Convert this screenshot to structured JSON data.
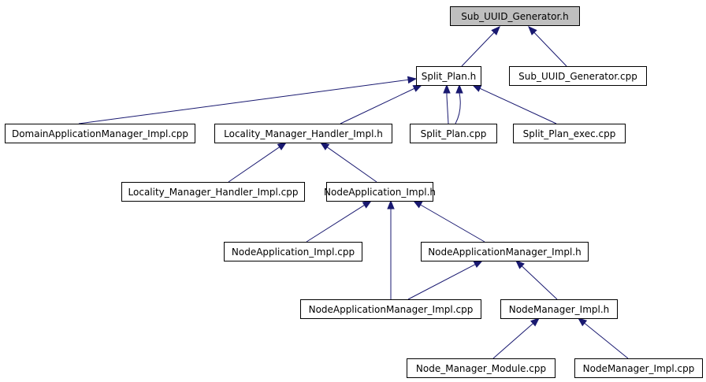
{
  "diagram": {
    "nodes": [
      {
        "id": "sub_uuid_h",
        "label": "Sub_UUID_Generator.h",
        "root": true
      },
      {
        "id": "split_plan_h",
        "label": "Split_Plan.h"
      },
      {
        "id": "sub_uuid_cpp",
        "label": "Sub_UUID_Generator.cpp"
      },
      {
        "id": "dam_impl_cpp",
        "label": "DomainApplicationManager_Impl.cpp"
      },
      {
        "id": "lmh_impl_h",
        "label": "Locality_Manager_Handler_Impl.h"
      },
      {
        "id": "split_plan_cpp",
        "label": "Split_Plan.cpp"
      },
      {
        "id": "split_plan_exec",
        "label": "Split_Plan_exec.cpp"
      },
      {
        "id": "lmh_impl_cpp",
        "label": "Locality_Manager_Handler_Impl.cpp"
      },
      {
        "id": "na_impl_h",
        "label": "NodeApplication_Impl.h"
      },
      {
        "id": "na_impl_cpp",
        "label": "NodeApplication_Impl.cpp"
      },
      {
        "id": "nam_impl_h",
        "label": "NodeApplicationManager_Impl.h"
      },
      {
        "id": "nam_impl_cpp",
        "label": "NodeApplicationManager_Impl.cpp"
      },
      {
        "id": "nm_impl_h",
        "label": "NodeManager_Impl.h"
      },
      {
        "id": "nm_module_cpp",
        "label": "Node_Manager_Module.cpp"
      },
      {
        "id": "nm_impl_cpp",
        "label": "NodeManager_Impl.cpp"
      }
    ],
    "edges": [
      {
        "from": "split_plan_h",
        "to": "sub_uuid_h"
      },
      {
        "from": "sub_uuid_cpp",
        "to": "sub_uuid_h"
      },
      {
        "from": "dam_impl_cpp",
        "to": "split_plan_h"
      },
      {
        "from": "lmh_impl_h",
        "to": "split_plan_h"
      },
      {
        "from": "split_plan_cpp",
        "to": "split_plan_h"
      },
      {
        "from": "split_plan_exec",
        "to": "split_plan_h"
      },
      {
        "from": "lmh_impl_cpp",
        "to": "lmh_impl_h"
      },
      {
        "from": "na_impl_h",
        "to": "lmh_impl_h"
      },
      {
        "from": "na_impl_cpp",
        "to": "na_impl_h"
      },
      {
        "from": "nam_impl_cpp",
        "to": "na_impl_h"
      },
      {
        "from": "nam_impl_h",
        "to": "na_impl_h"
      },
      {
        "from": "nam_impl_cpp",
        "to": "nam_impl_h"
      },
      {
        "from": "nm_impl_h",
        "to": "nam_impl_h"
      },
      {
        "from": "nm_module_cpp",
        "to": "nm_impl_h"
      },
      {
        "from": "nm_impl_cpp",
        "to": "nm_impl_h"
      }
    ],
    "colors": {
      "edge": "#191970",
      "root_fill": "#bfbfbf",
      "node_fill": "#ffffff",
      "border": "#000000"
    }
  }
}
